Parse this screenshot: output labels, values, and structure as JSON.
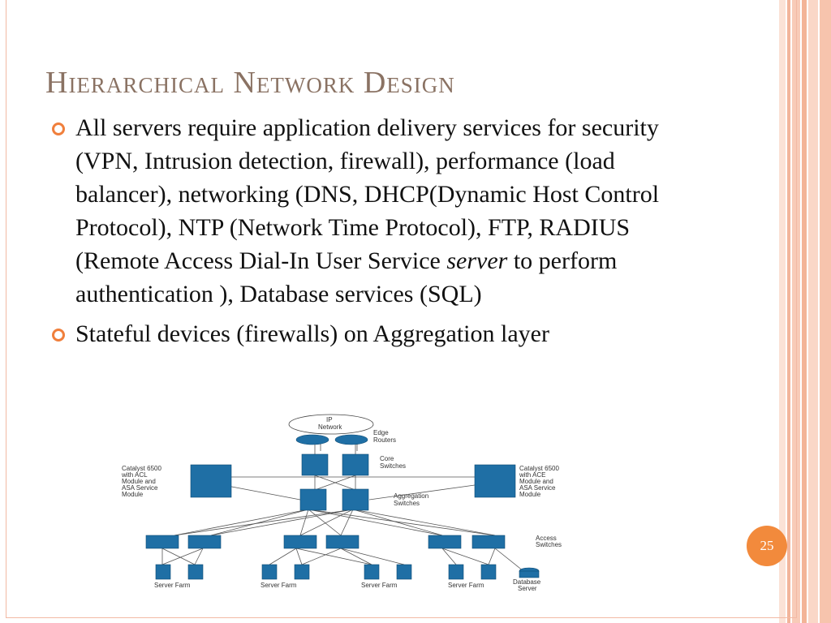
{
  "slide": {
    "title": "Hierarchical Network Design",
    "bullets": [
      {
        "parts": [
          "All servers require application delivery services for security  (VPN, Intrusion detection,  firewall), performance (load balancer), networking (DNS, DHCP(Dynamic Host Control Protocol), NTP (Network Time Protocol), FTP, RADIUS (Remote Access Dial-In User Service ",
          "server",
          " to perform authentication ), Database services (SQL)"
        ]
      },
      {
        "text": "Stateful devices (firewalls) on Aggregation layer"
      }
    ],
    "page_number": "25"
  },
  "diagram": {
    "cloud_label_1": "IP",
    "cloud_label_2": "Network",
    "edge_label_1": "Edge",
    "edge_label_2": "Routers",
    "core_label_1": "Core",
    "core_label_2": "Switches",
    "agg_label_1": "Aggregation",
    "agg_label_2": "Switches",
    "access_label_1": "Access",
    "access_label_2": "Switches",
    "left_catalyst": [
      "Catalyst 6500",
      "with ACL",
      "Module and",
      "ASA Service",
      "Module"
    ],
    "right_catalyst": [
      "Catalyst 6500",
      "with ACE",
      "Module and",
      "ASA Service",
      "Module"
    ],
    "server_farm_label": "Server Farm",
    "database_label_1": "Database",
    "database_label_2": "Server"
  },
  "colors": {
    "title": "#8a7263",
    "bullet_marker": "#f07f3c",
    "page_number_bg": "#f28a3c",
    "device_blue": "#1f6fa5"
  }
}
